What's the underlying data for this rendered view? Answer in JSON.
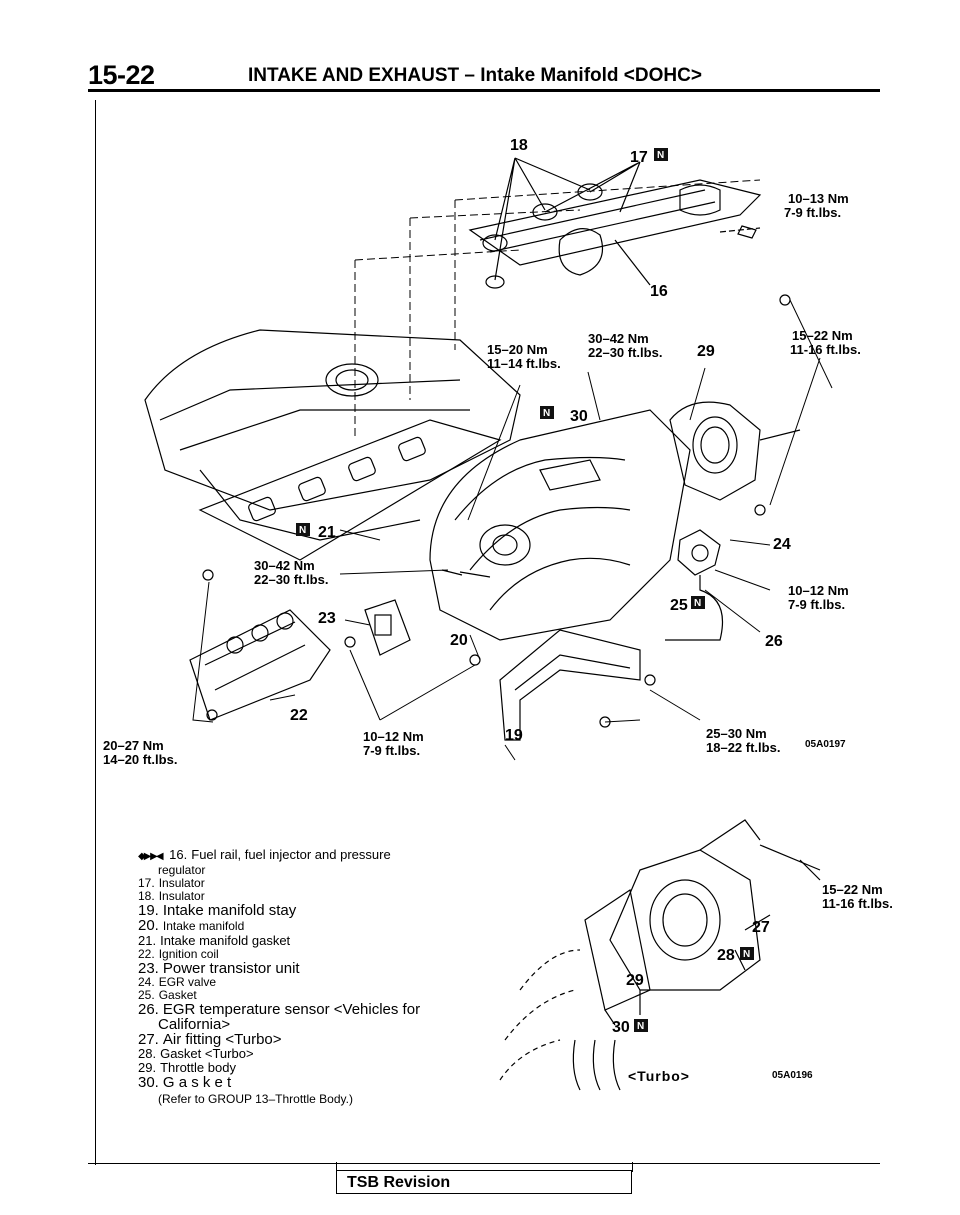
{
  "header": {
    "page_number": "15-22",
    "title": "INTAKE AND EXHAUST – Intake Manifold <DOHC>"
  },
  "diagram_main": {
    "figure_code": "05A0197",
    "callouts": [
      "16",
      "17",
      "18",
      "19",
      "20",
      "21",
      "22",
      "23",
      "24",
      "25",
      "26",
      "29",
      "30"
    ],
    "torques": [
      {
        "nm": "10–13 Nm",
        "ftlbs": "7-9 ft.lbs."
      },
      {
        "nm": "15–20 Nm",
        "ftlbs": "11–14 ft.lbs."
      },
      {
        "nm": "30–42 Nm",
        "ftlbs": "22–30 ft.lbs."
      },
      {
        "nm": "15–22 Nm",
        "ftlbs": "11-16 ft.lbs."
      },
      {
        "nm": "30–42 Nm",
        "ftlbs": "22–30 ft.lbs."
      },
      {
        "nm": "10–12 Nm",
        "ftlbs": "7-9 ft.lbs."
      },
      {
        "nm": "20–27 Nm",
        "ftlbs": "14–20 ft.lbs."
      },
      {
        "nm": "10–12 Nm",
        "ftlbs": "7-9 ft.lbs."
      },
      {
        "nm": "25–30 Nm",
        "ftlbs": "18–22 ft.lbs."
      }
    ],
    "badge": "N"
  },
  "diagram_turbo": {
    "figure_code": "05A0196",
    "label": "<Turbo>",
    "callouts": [
      "27",
      "28",
      "29",
      "30"
    ],
    "torque": {
      "nm": "15–22 Nm",
      "ftlbs": "11-16 ft.lbs."
    }
  },
  "legend": {
    "arrows": "◆▶ ▶◀",
    "items": [
      {
        "num": "16.",
        "text": "Fuel rail, fuel injector and pressure",
        "cont": "regulator"
      },
      {
        "num": "17.",
        "text": "Insulator"
      },
      {
        "num": "18.",
        "text": "Insulator"
      },
      {
        "num": "19.",
        "text": "Intake manifold stay"
      },
      {
        "num": "20.",
        "text": "Intake  manifold"
      },
      {
        "num": "21.",
        "text": "Intake manifold gasket"
      },
      {
        "num": "22.",
        "text": "Ignition  coil"
      },
      {
        "num": "23.",
        "text": "Power transistor unit"
      },
      {
        "num": "24.",
        "text": "EGR valve"
      },
      {
        "num": "25.",
        "text": "Gasket"
      },
      {
        "num": "26.",
        "text": "EGR temperature sensor <Vehicles for",
        "cont": "California>"
      },
      {
        "num": "27.",
        "text": "Air fitting <Turbo>"
      },
      {
        "num": "28.",
        "text": "Gasket  <Turbo>"
      },
      {
        "num": "29.",
        "text": "Throttle body"
      },
      {
        "num": "30.",
        "text": "G a s k e t"
      }
    ],
    "note": "(Refer to GROUP 13–Throttle Body.)"
  },
  "footer": {
    "tsb": "TSB Revision"
  }
}
